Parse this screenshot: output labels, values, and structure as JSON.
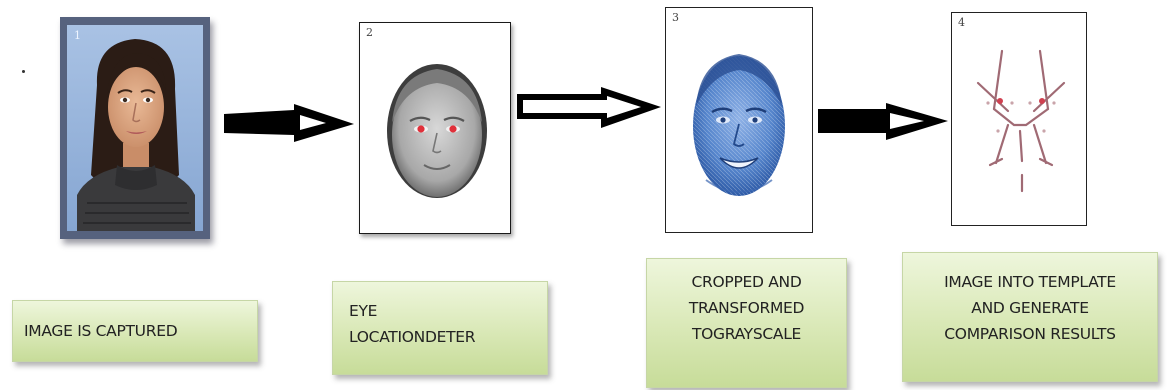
{
  "steps": [
    {
      "number": "1",
      "caption": "IMAGE IS CAPTURED"
    },
    {
      "number": "2",
      "caption": "EYE\nLOCATIONDETER"
    },
    {
      "number": "3",
      "caption": "CROPPED AND\nTRANSFORMED\nTOGRAYSCALE"
    },
    {
      "number": "4",
      "caption": "IMAGE INTO TEMPLATE\nAND GENERATE\nCOMPARISON RESULTS"
    }
  ],
  "colors": {
    "arrow": "#000000",
    "caption_fill": "#d9e8b6",
    "photo_frame": "#56627e",
    "photo_background": "#9ab6dc",
    "grayscale_face": "#3f6fb8",
    "eye_marker": "#e0303a",
    "template_lines": "#a06a74"
  },
  "icons": [
    "face-photo",
    "face-oval-grayscale",
    "face-blue-scan",
    "face-template-sketch",
    "block-arrow-right"
  ]
}
